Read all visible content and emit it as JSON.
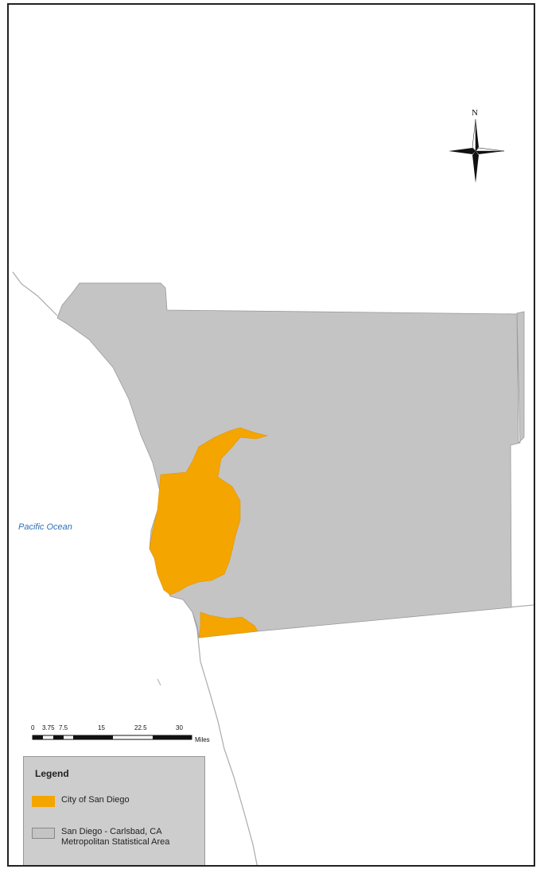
{
  "map": {
    "ocean_label": "Pacific Ocean",
    "north_label": "N",
    "colors": {
      "msa_fill": "#c4c4c4",
      "city_fill": "#f5a500",
      "coastline": "#aaaaaa",
      "background": "#ffffff"
    }
  },
  "scale_bar": {
    "ticks": [
      "0",
      "3.75",
      "7.5",
      "15",
      "22.5",
      "30"
    ],
    "unit": "Miles"
  },
  "legend": {
    "title": "Legend",
    "items": [
      {
        "label_lines": [
          "City of San Diego"
        ],
        "color": "#f5a500"
      },
      {
        "label_lines": [
          "San Diego - Carlsbad, CA",
          "Metropolitan Statistical Area"
        ],
        "color": "#c4c4c4"
      }
    ]
  }
}
